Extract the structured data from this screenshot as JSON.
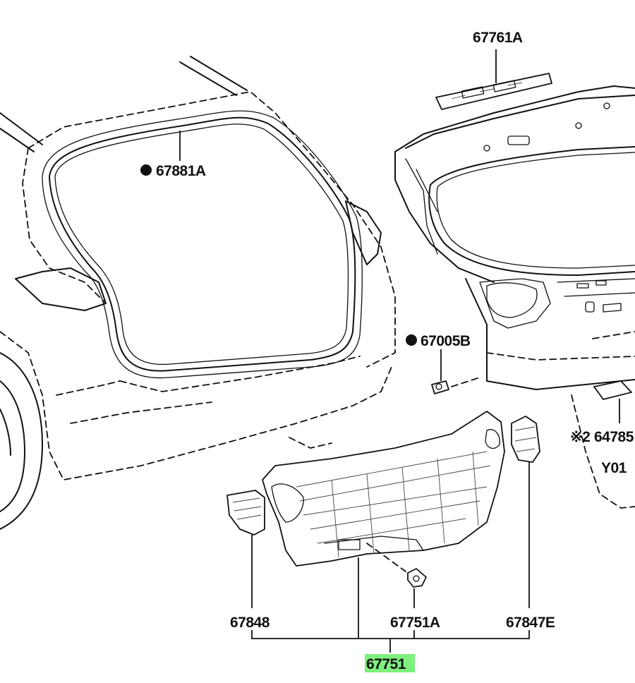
{
  "labels": {
    "back_door_stopper_upper": "67761A",
    "weatherstrip": "67881A",
    "clip_upper": "67005B",
    "bumper_sub": "64785",
    "bumper_prefix": "※2",
    "note_code": "Y01",
    "cover_left": "67848",
    "clip_lower": "67751A",
    "cover_right": "67847E",
    "board_assy": "67751"
  },
  "colors": {
    "highlight": "#7ef07e",
    "line": "#111111",
    "background": "#ffffff"
  }
}
